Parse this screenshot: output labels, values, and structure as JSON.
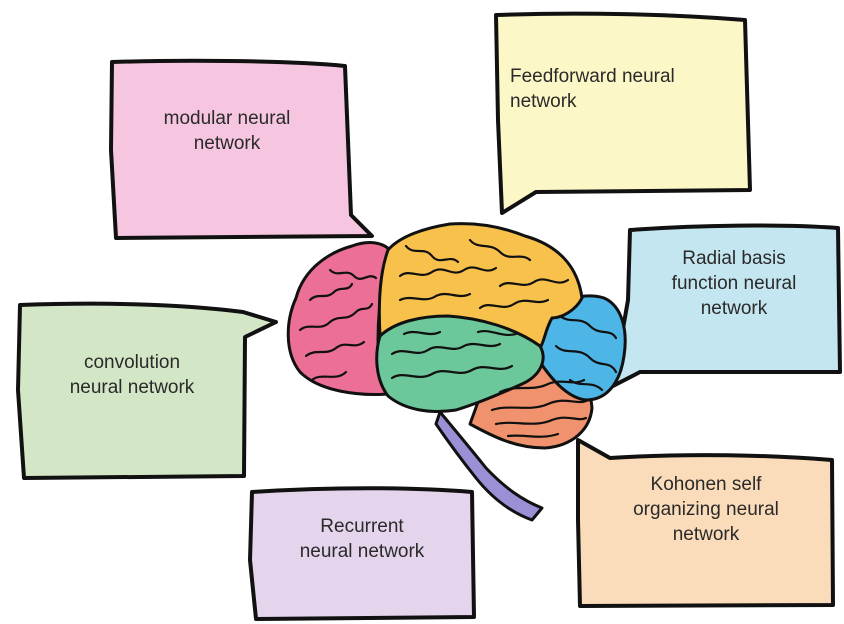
{
  "colors": {
    "outline": "#111111",
    "modular": "#f6c6e0",
    "feedforward": "#fbf7c6",
    "radial": "#c4e6f0",
    "convolution": "#d3e7c6",
    "recurrent": "#e4d4ec",
    "kohonen": "#fbdcba",
    "brain_frontal": "#ec6f95",
    "brain_parietal": "#f7c14c",
    "brain_temporal": "#6cc79a",
    "brain_occipital": "#4db6e6",
    "brain_cerebellum": "#f0926d",
    "brain_stem": "#9b8fd6"
  },
  "bubbles": {
    "modular": {
      "lines": [
        "modular neural",
        "network"
      ]
    },
    "feedforward": {
      "lines": [
        "Feedforward neural",
        "network"
      ]
    },
    "radial": {
      "lines": [
        "Radial basis",
        "function neural",
        "network"
      ]
    },
    "convolution": {
      "lines": [
        "convolution",
        "neural network"
      ]
    },
    "recurrent": {
      "lines": [
        "Recurrent",
        "neural network"
      ]
    },
    "kohonen": {
      "lines": [
        "Kohonen self",
        "organizing neural",
        "network"
      ]
    }
  },
  "brain": {
    "icon": "brain-icon"
  }
}
